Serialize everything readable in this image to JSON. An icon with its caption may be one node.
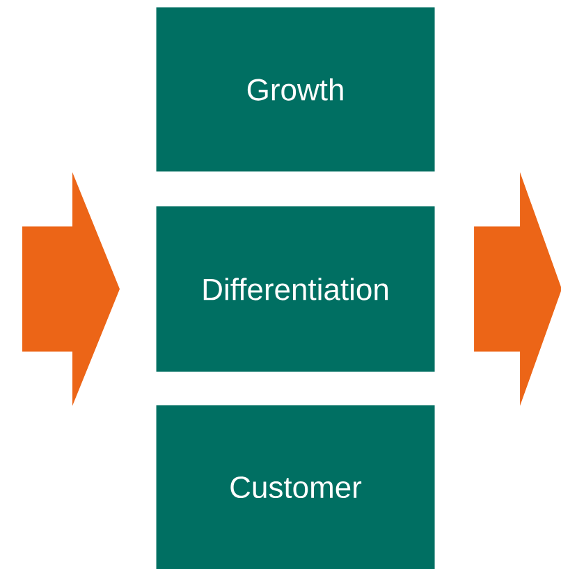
{
  "diagram": {
    "nodes": [
      {
        "text": [
          "Growth"
        ]
      },
      {
        "text": [
          "Differentiation"
        ]
      },
      {
        "text": [
          "Customer"
        ]
      }
    ],
    "edges": [
      {
        "from": null,
        "to": 1,
        "arrow": "to",
        "style": "thick",
        "color": "#ec6517"
      },
      {
        "from": 1,
        "to": null,
        "arrow": "to",
        "style": "thick",
        "color": "#ec6517"
      }
    ]
  }
}
